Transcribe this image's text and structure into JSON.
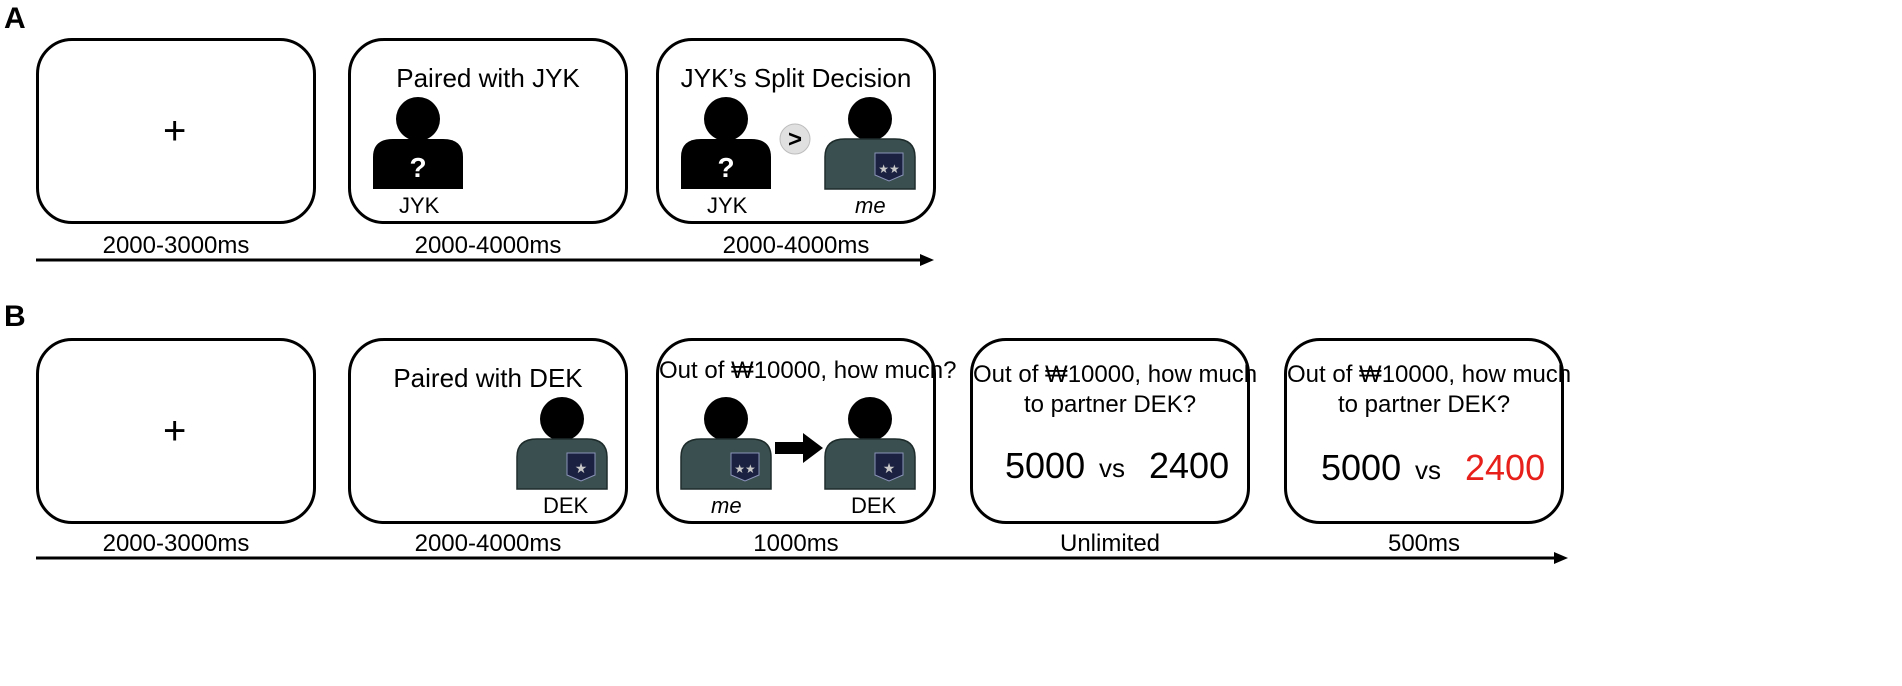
{
  "panel_a": {
    "letter": "A",
    "fixation": "+",
    "screen2_title": "Paired with JYK",
    "screen2_person_label": "JYK",
    "screen3_title": "JYK’s Split Decision",
    "screen3_left_label": "JYK",
    "screen3_right_label": "me",
    "compare_symbol": ">",
    "question_mark": "?",
    "durations": [
      "2000-3000ms",
      "2000-4000ms",
      "2000-4000ms"
    ]
  },
  "panel_b": {
    "letter": "B",
    "fixation": "+",
    "screen2_title": "Paired with DEK",
    "screen2_person_label": "DEK",
    "screen3_title": "Out of ₩10000, how much?",
    "screen3_left_label": "me",
    "screen3_right_label": "DEK",
    "screen4_title_line1": "Out of ₩10000, how much",
    "screen4_title_line2": "to partner DEK?",
    "screen4_left_value": "5000",
    "screen4_vs": "vs",
    "screen4_right_value": "2400",
    "screen5_title_line1": "Out of ₩10000, how much",
    "screen5_title_line2": "to partner DEK?",
    "screen5_left_value": "5000",
    "screen5_vs": "vs",
    "screen5_right_value": "2400",
    "durations": [
      "2000-3000ms",
      "2000-4000ms",
      "1000ms",
      "Unlimited",
      "500ms"
    ]
  },
  "colors": {
    "uniform": "#3a4f4f",
    "badge": "#1b2140",
    "highlight_value": "#e8201b",
    "silhouette": "#000000"
  },
  "icons": {
    "person": "person-silhouette-icon",
    "rank_badge": "star-badge-icon",
    "arrow": "right-arrow-icon"
  }
}
